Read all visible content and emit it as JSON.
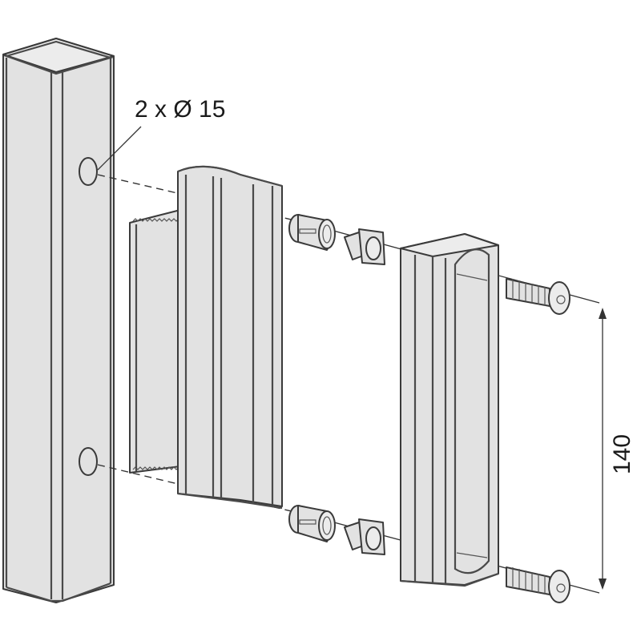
{
  "diagram": {
    "type": "exploded-assembly",
    "subject": "gate handle mounting on square post",
    "colors": {
      "part_fill": "#e2e2e2",
      "outline": "#3a3a3a",
      "background": "#ffffff"
    },
    "annotations": {
      "holes_label": "2 x Ø 15",
      "dimension_label": "140"
    },
    "parts": [
      {
        "id": "square-post",
        "name": "Square post with two holes"
      },
      {
        "id": "mounting-plate",
        "name": "Lock / mounting plate with serrated edge"
      },
      {
        "id": "sleeve-top",
        "name": "Slotted sleeve (upper)"
      },
      {
        "id": "insert-top",
        "name": "Square insert nut (upper)"
      },
      {
        "id": "sleeve-bottom",
        "name": "Slotted sleeve (lower)"
      },
      {
        "id": "insert-bottom",
        "name": "Square insert nut (lower)"
      },
      {
        "id": "handle",
        "name": "Pull handle with recessed grip"
      },
      {
        "id": "screw-top",
        "name": "Countersunk hex socket screw (upper)"
      },
      {
        "id": "screw-bottom",
        "name": "Countersunk hex socket screw (lower)"
      }
    ]
  }
}
